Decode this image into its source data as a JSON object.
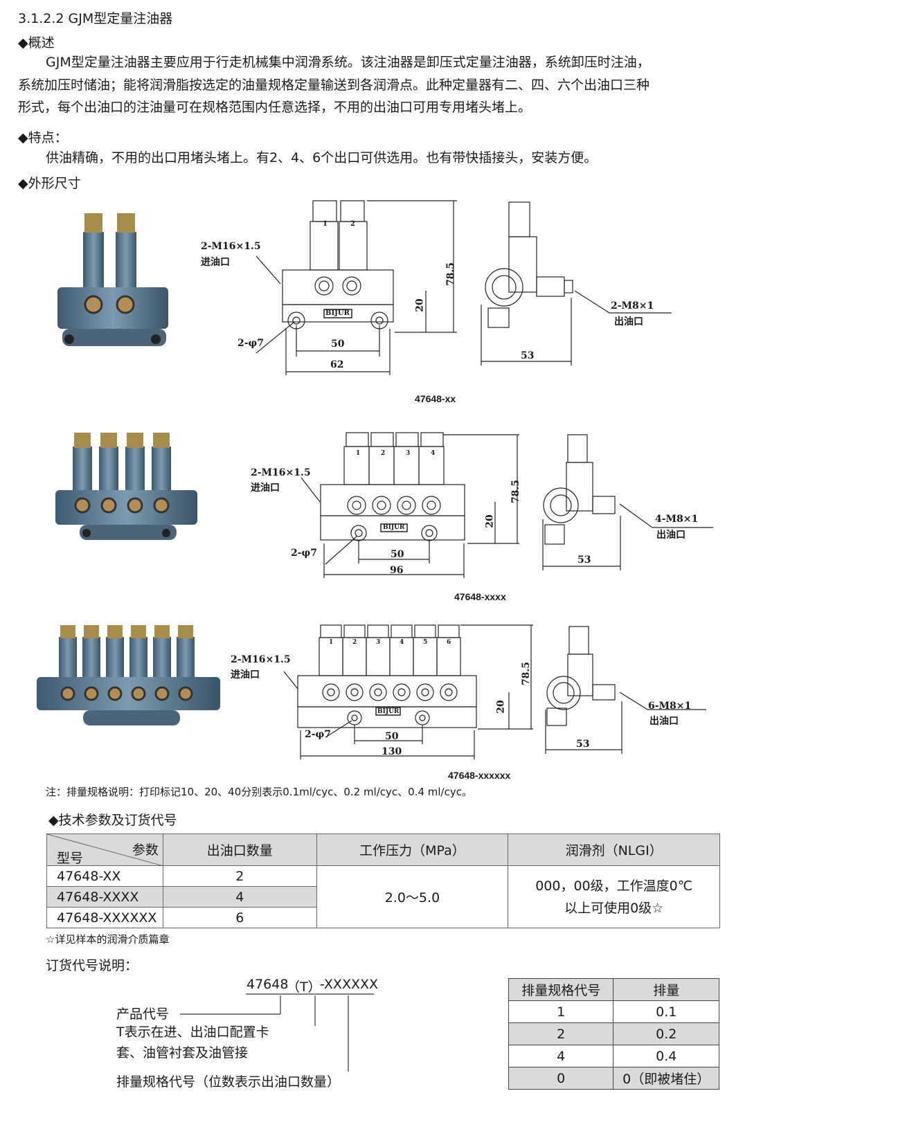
{
  "section_title": "3.1.2.2 GJM型定量注油器",
  "overview": {
    "heading": "◆概述",
    "lines": [
      "GJM型定量注油器主要应用于行走机械集中润滑系统。该注油器是卸压式定量注油器，系统卸压时注油，",
      "系统加压时储油；能将润滑脂按选定的油量规格定量输送到各润滑点。此种定量器有二、四、六个出油口三种",
      "形式，每个出油口的注油量可在规格范围内任意选择，不用的出油口可用专用堵头堵上。"
    ]
  },
  "features": {
    "heading": "◆特点：",
    "text": "供油精确，不用的出口用堵头堵上。有2、4、6个出口可供选用。也有带快插接头，安装方便。"
  },
  "dimensions": {
    "heading": "◆外形尺寸"
  },
  "figures": [
    {
      "model": "47648-xx",
      "inlet": "2-M16×1.5",
      "inlet_label": "进油口",
      "hole": "2-φ7",
      "outlet": "2-M8×1",
      "outlet_label": "出油口",
      "height": "78.5",
      "d20": "20",
      "d50": "50",
      "width": "62",
      "side": "53",
      "brand": "BIJUR",
      "ports": [
        "1",
        "2"
      ]
    },
    {
      "model": "47648-xxxx",
      "inlet": "2-M16×1.5",
      "inlet_label": "进油口",
      "hole": "2-φ7",
      "outlet": "4-M8×1",
      "outlet_label": "出油口",
      "height": "78.5",
      "d20": "20",
      "d50": "50",
      "width": "96",
      "side": "53",
      "brand": "BIJUR",
      "ports": [
        "1",
        "2",
        "3",
        "4"
      ]
    },
    {
      "model": "47648-xxxxxx",
      "inlet": "2-M16×1.5",
      "inlet_label": "进油口",
      "hole": "2-φ7",
      "outlet": "6-M8×1",
      "outlet_label": "出油口",
      "height": "78.5",
      "d20": "20",
      "d50": "50",
      "width": "130",
      "side": "53",
      "brand": "BIJUR",
      "ports": [
        "1",
        "2",
        "3",
        "4",
        "5",
        "6"
      ]
    }
  ],
  "note": "注：排量规格说明：打印标记10、20、40分别表示0.1ml/cyc、0.2 ml/cyc、0.4 ml/cyc。",
  "tech": {
    "heading": "◆技术参数及订货代号",
    "header_param": "参数",
    "header_model": "型号",
    "col_outlets": "出油口数量",
    "col_pressure": "工作压力（MPa）",
    "col_lube": "润滑剂（NLGI）",
    "rows": [
      {
        "model": "47648-XX",
        "outlets": "2"
      },
      {
        "model": "47648-XXXX",
        "outlets": "4"
      },
      {
        "model": "47648-XXXXXX",
        "outlets": "6"
      }
    ],
    "pressure": "2.0～5.0",
    "lube_line1": "000，00级，工作温度0℃",
    "lube_line2": "以上可使用0级☆",
    "footnote": "☆详见样本的润滑介质篇章"
  },
  "order": {
    "heading": "订货代号说明：",
    "code_a": "47648",
    "code_b": "（T）",
    "code_c": "-XXXXXX",
    "label1": "产品代号",
    "label2a": "T表示在进、出油口配置卡",
    "label2b": "套、油管衬套及油管接",
    "label3": "排量规格代号（位数表示出油口数量）"
  },
  "disp_table": {
    "header_code": "排量规格代号",
    "header_disp": "排量",
    "rows": [
      {
        "code": "1",
        "disp": "0.1"
      },
      {
        "code": "2",
        "disp": "0.2"
      },
      {
        "code": "4",
        "disp": "0.4"
      },
      {
        "code": "0",
        "disp": "0（即被堵住）"
      }
    ]
  }
}
